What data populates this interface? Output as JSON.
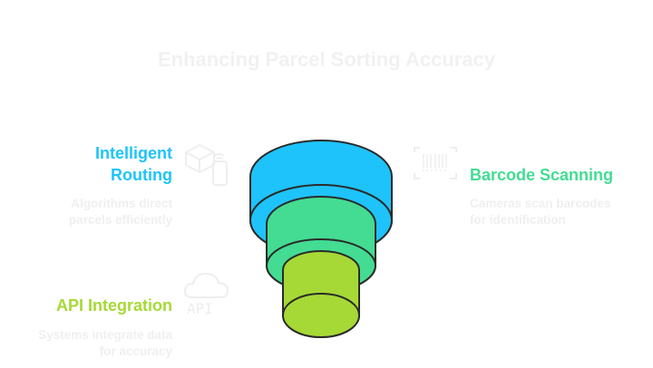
{
  "title": "Enhancing Parcel Sorting Accuracy",
  "colors": {
    "blue": "#1ec3fb",
    "green": "#43dc92",
    "lime": "#a6d936",
    "outline": "#2a2a2a",
    "muted": "#eeeeee"
  },
  "items": [
    {
      "title_line1": "Intelligent",
      "title_line2": "Routing",
      "desc_line1": "Algorithms direct",
      "desc_line2": "parcels efficiently",
      "icon": "box-phone-icon",
      "color": "#1ec3fb"
    },
    {
      "title": "Barcode Scanning",
      "desc_line1": "Cameras scan barcodes",
      "desc_line2": "for identification",
      "icon": "barcode-icon",
      "color": "#43dc92"
    },
    {
      "title": "API Integration",
      "desc_line1": "Systems integrate data",
      "desc_line2": "for accuracy",
      "icon": "cloud-api-icon",
      "icon_text": "API",
      "color": "#a6d936"
    }
  ]
}
